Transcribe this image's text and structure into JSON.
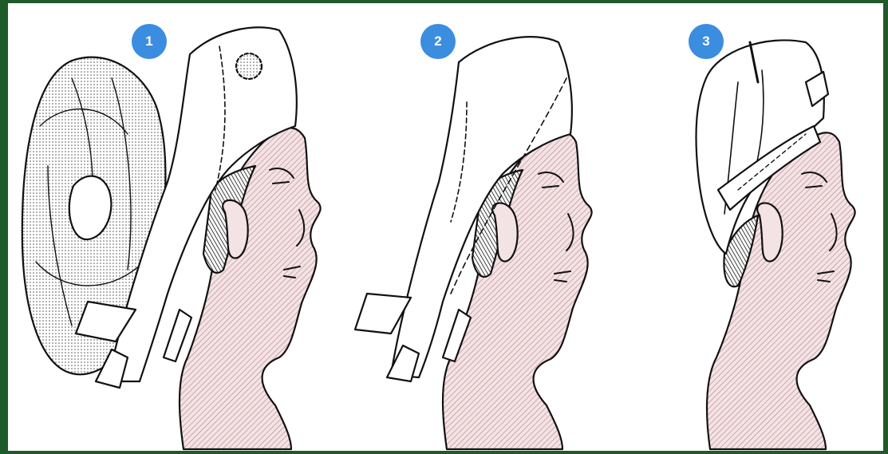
{
  "steps": [
    {
      "number": "1",
      "icon": "bandage-pad-and-triangular-bandage"
    },
    {
      "number": "2",
      "icon": "bandage-drawn-over-head"
    },
    {
      "number": "3",
      "icon": "bandage-tied-on-forehead"
    }
  ],
  "colors": {
    "frame": "#1f5a2a",
    "badge": "#3b8de0",
    "skin_hatch": "#b97f86",
    "line": "#111111"
  }
}
